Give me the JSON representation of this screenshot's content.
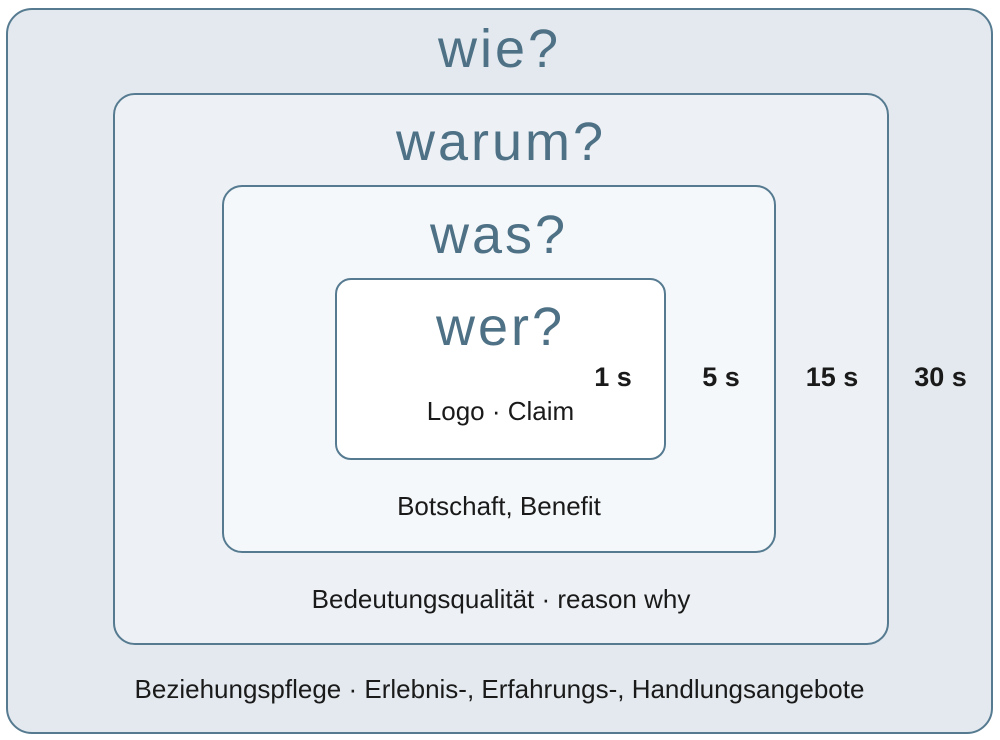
{
  "rings": [
    {
      "id": "wie",
      "question": "wie?",
      "sublabel": "Beziehungspflege · Erlebnis-, Erfahrungs-, Handlungsangebote",
      "time": "30 s"
    },
    {
      "id": "warum",
      "question": "warum?",
      "sublabel": "Bedeutungsqualität · reason why",
      "time": "15 s"
    },
    {
      "id": "was",
      "question": "was?",
      "sublabel": "Botschaft, Benefit",
      "time": "5 s"
    },
    {
      "id": "wer",
      "question": "wer?",
      "sublabel": "Logo · Claim",
      "time": "1 s"
    }
  ],
  "colors": {
    "border": "#567b91",
    "question_text": "#4e7186",
    "label_text": "#1a1a1a",
    "ring_fills": [
      "#e3e9ee",
      "#edf1f5",
      "#f5f8fa",
      "#ffffff"
    ]
  }
}
